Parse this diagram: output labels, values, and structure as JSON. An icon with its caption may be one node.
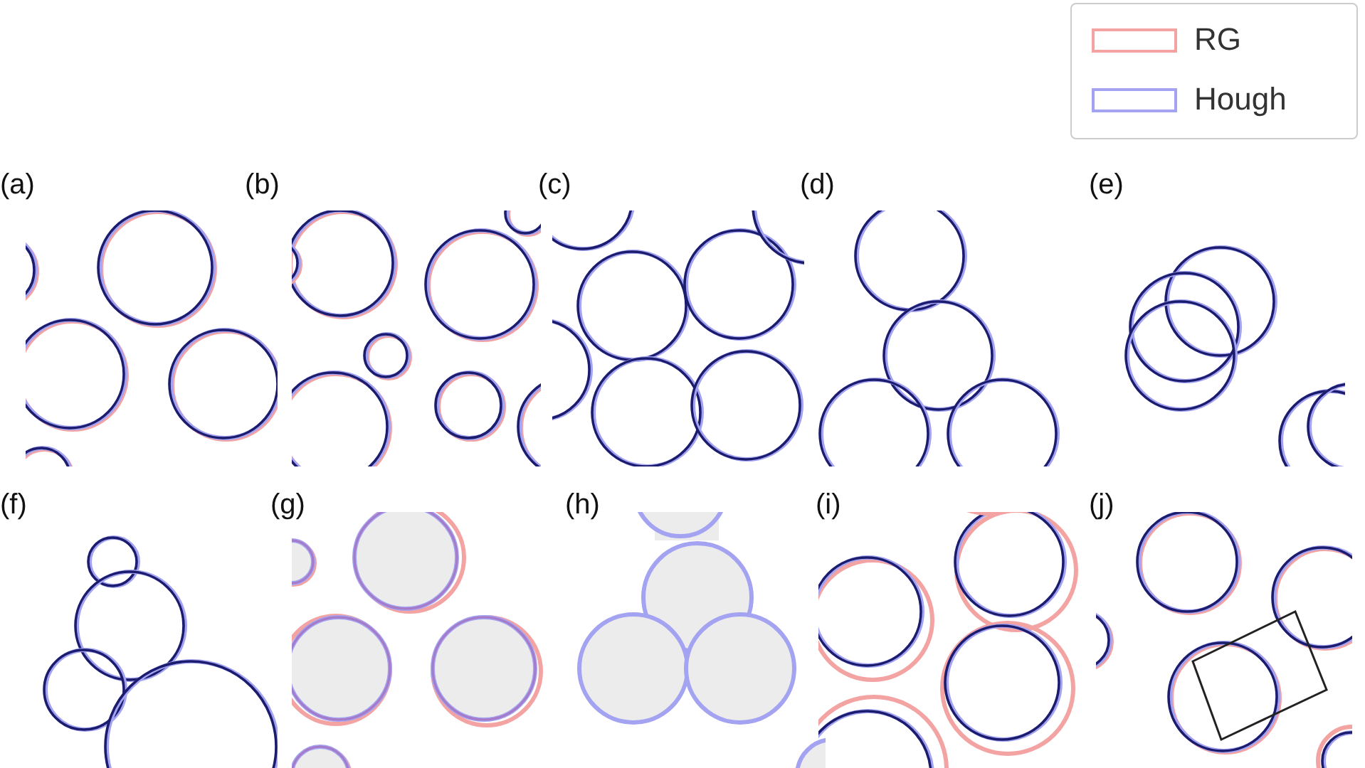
{
  "diagram": {
    "labels": [
      "(a)",
      "(b)",
      "(c)",
      "(d)",
      "(e)",
      "(f)",
      "(g)",
      "(h)",
      "(i)",
      "(j)"
    ],
    "legend": [
      {
        "text": "RG",
        "color": "#f4a3a3"
      },
      {
        "text": "Hough",
        "color": "#a3a3f2"
      }
    ]
  }
}
